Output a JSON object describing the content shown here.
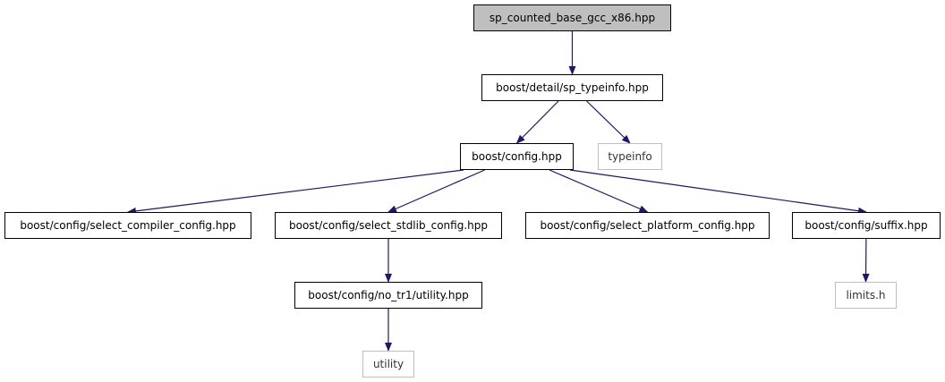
{
  "graph": {
    "root": "sp_counted_base_gcc_x86.hpp",
    "nodes": [
      {
        "id": "root",
        "label": "sp_counted_base_gcc_x86.hpp",
        "kind": "root"
      },
      {
        "id": "sp_typeinfo",
        "label": "boost/detail/sp_typeinfo.hpp",
        "kind": "file"
      },
      {
        "id": "config",
        "label": "boost/config.hpp",
        "kind": "file"
      },
      {
        "id": "typeinfo",
        "label": "typeinfo",
        "kind": "external"
      },
      {
        "id": "select_compiler",
        "label": "boost/config/select_compiler_config.hpp",
        "kind": "file"
      },
      {
        "id": "select_stdlib",
        "label": "boost/config/select_stdlib_config.hpp",
        "kind": "file"
      },
      {
        "id": "select_platform",
        "label": "boost/config/select_platform_config.hpp",
        "kind": "file"
      },
      {
        "id": "suffix",
        "label": "boost/config/suffix.hpp",
        "kind": "file"
      },
      {
        "id": "no_tr1_utility",
        "label": "boost/config/no_tr1/utility.hpp",
        "kind": "file"
      },
      {
        "id": "limits",
        "label": "limits.h",
        "kind": "external"
      },
      {
        "id": "utility",
        "label": "utility",
        "kind": "external"
      }
    ],
    "edges": [
      {
        "from": "root",
        "to": "sp_typeinfo"
      },
      {
        "from": "sp_typeinfo",
        "to": "config"
      },
      {
        "from": "sp_typeinfo",
        "to": "typeinfo"
      },
      {
        "from": "config",
        "to": "select_compiler"
      },
      {
        "from": "config",
        "to": "select_stdlib"
      },
      {
        "from": "config",
        "to": "select_platform"
      },
      {
        "from": "config",
        "to": "suffix"
      },
      {
        "from": "select_stdlib",
        "to": "no_tr1_utility"
      },
      {
        "from": "suffix",
        "to": "limits"
      },
      {
        "from": "no_tr1_utility",
        "to": "utility"
      }
    ]
  },
  "colors": {
    "edge": "#191970",
    "root_fill": "#bfbfbf",
    "node_border": "#000000",
    "external_border": "#bfbfbf"
  }
}
